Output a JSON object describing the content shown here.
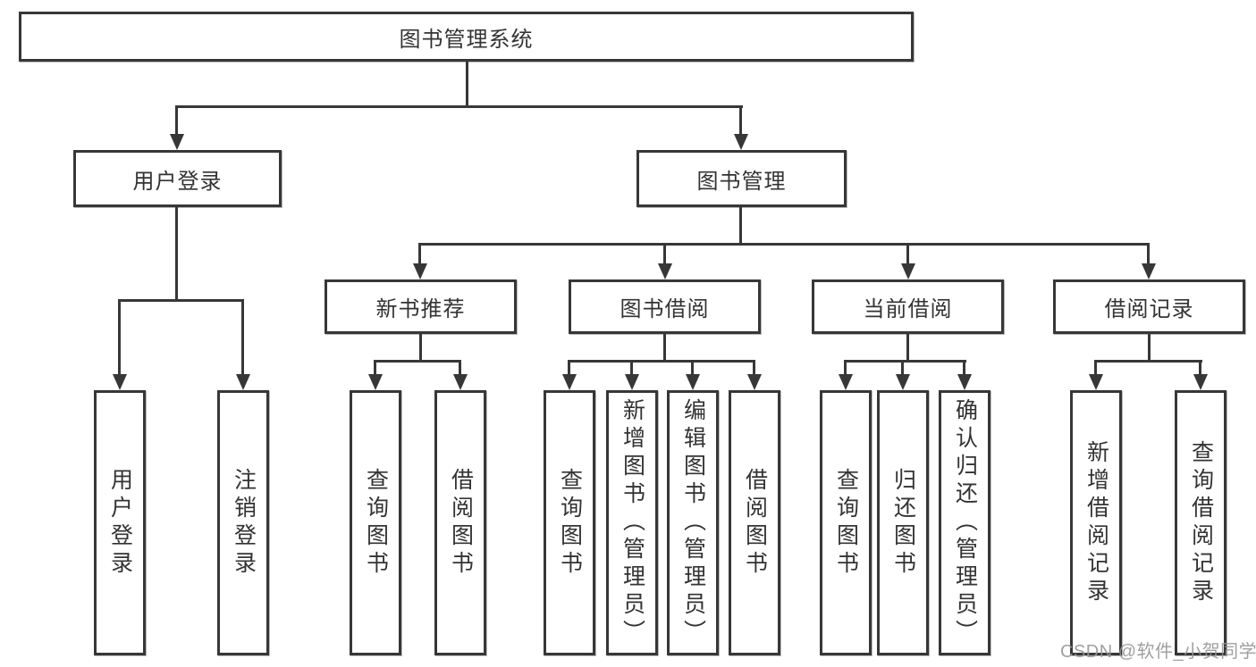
{
  "tree": {
    "label": "图书管理系统",
    "children": [
      {
        "label": "用户登录",
        "children": [
          {
            "label": "用户登录"
          },
          {
            "label": "注销登录"
          }
        ]
      },
      {
        "label": "图书管理",
        "children": [
          {
            "label": "新书推荐",
            "children": [
              {
                "label": "查询图书"
              },
              {
                "label": "借阅图书"
              }
            ]
          },
          {
            "label": "图书借阅",
            "children": [
              {
                "label": "查询图书"
              },
              {
                "label": "新增图书（管理员）"
              },
              {
                "label": "编辑图书（管理员）"
              },
              {
                "label": "借阅图书"
              }
            ]
          },
          {
            "label": "当前借阅",
            "children": [
              {
                "label": "查询图书"
              },
              {
                "label": "归还图书"
              },
              {
                "label": "确认归还（管理员）"
              }
            ]
          },
          {
            "label": "借阅记录",
            "children": [
              {
                "label": "新增借阅记录"
              },
              {
                "label": "查询借阅记录"
              }
            ]
          }
        ]
      }
    ]
  },
  "watermark": {
    "text": "CSDN @软件_小贺同学"
  },
  "colors": {
    "line": "#373737",
    "text": "#333333",
    "watermark": "#969696",
    "background": "#ffffff"
  }
}
